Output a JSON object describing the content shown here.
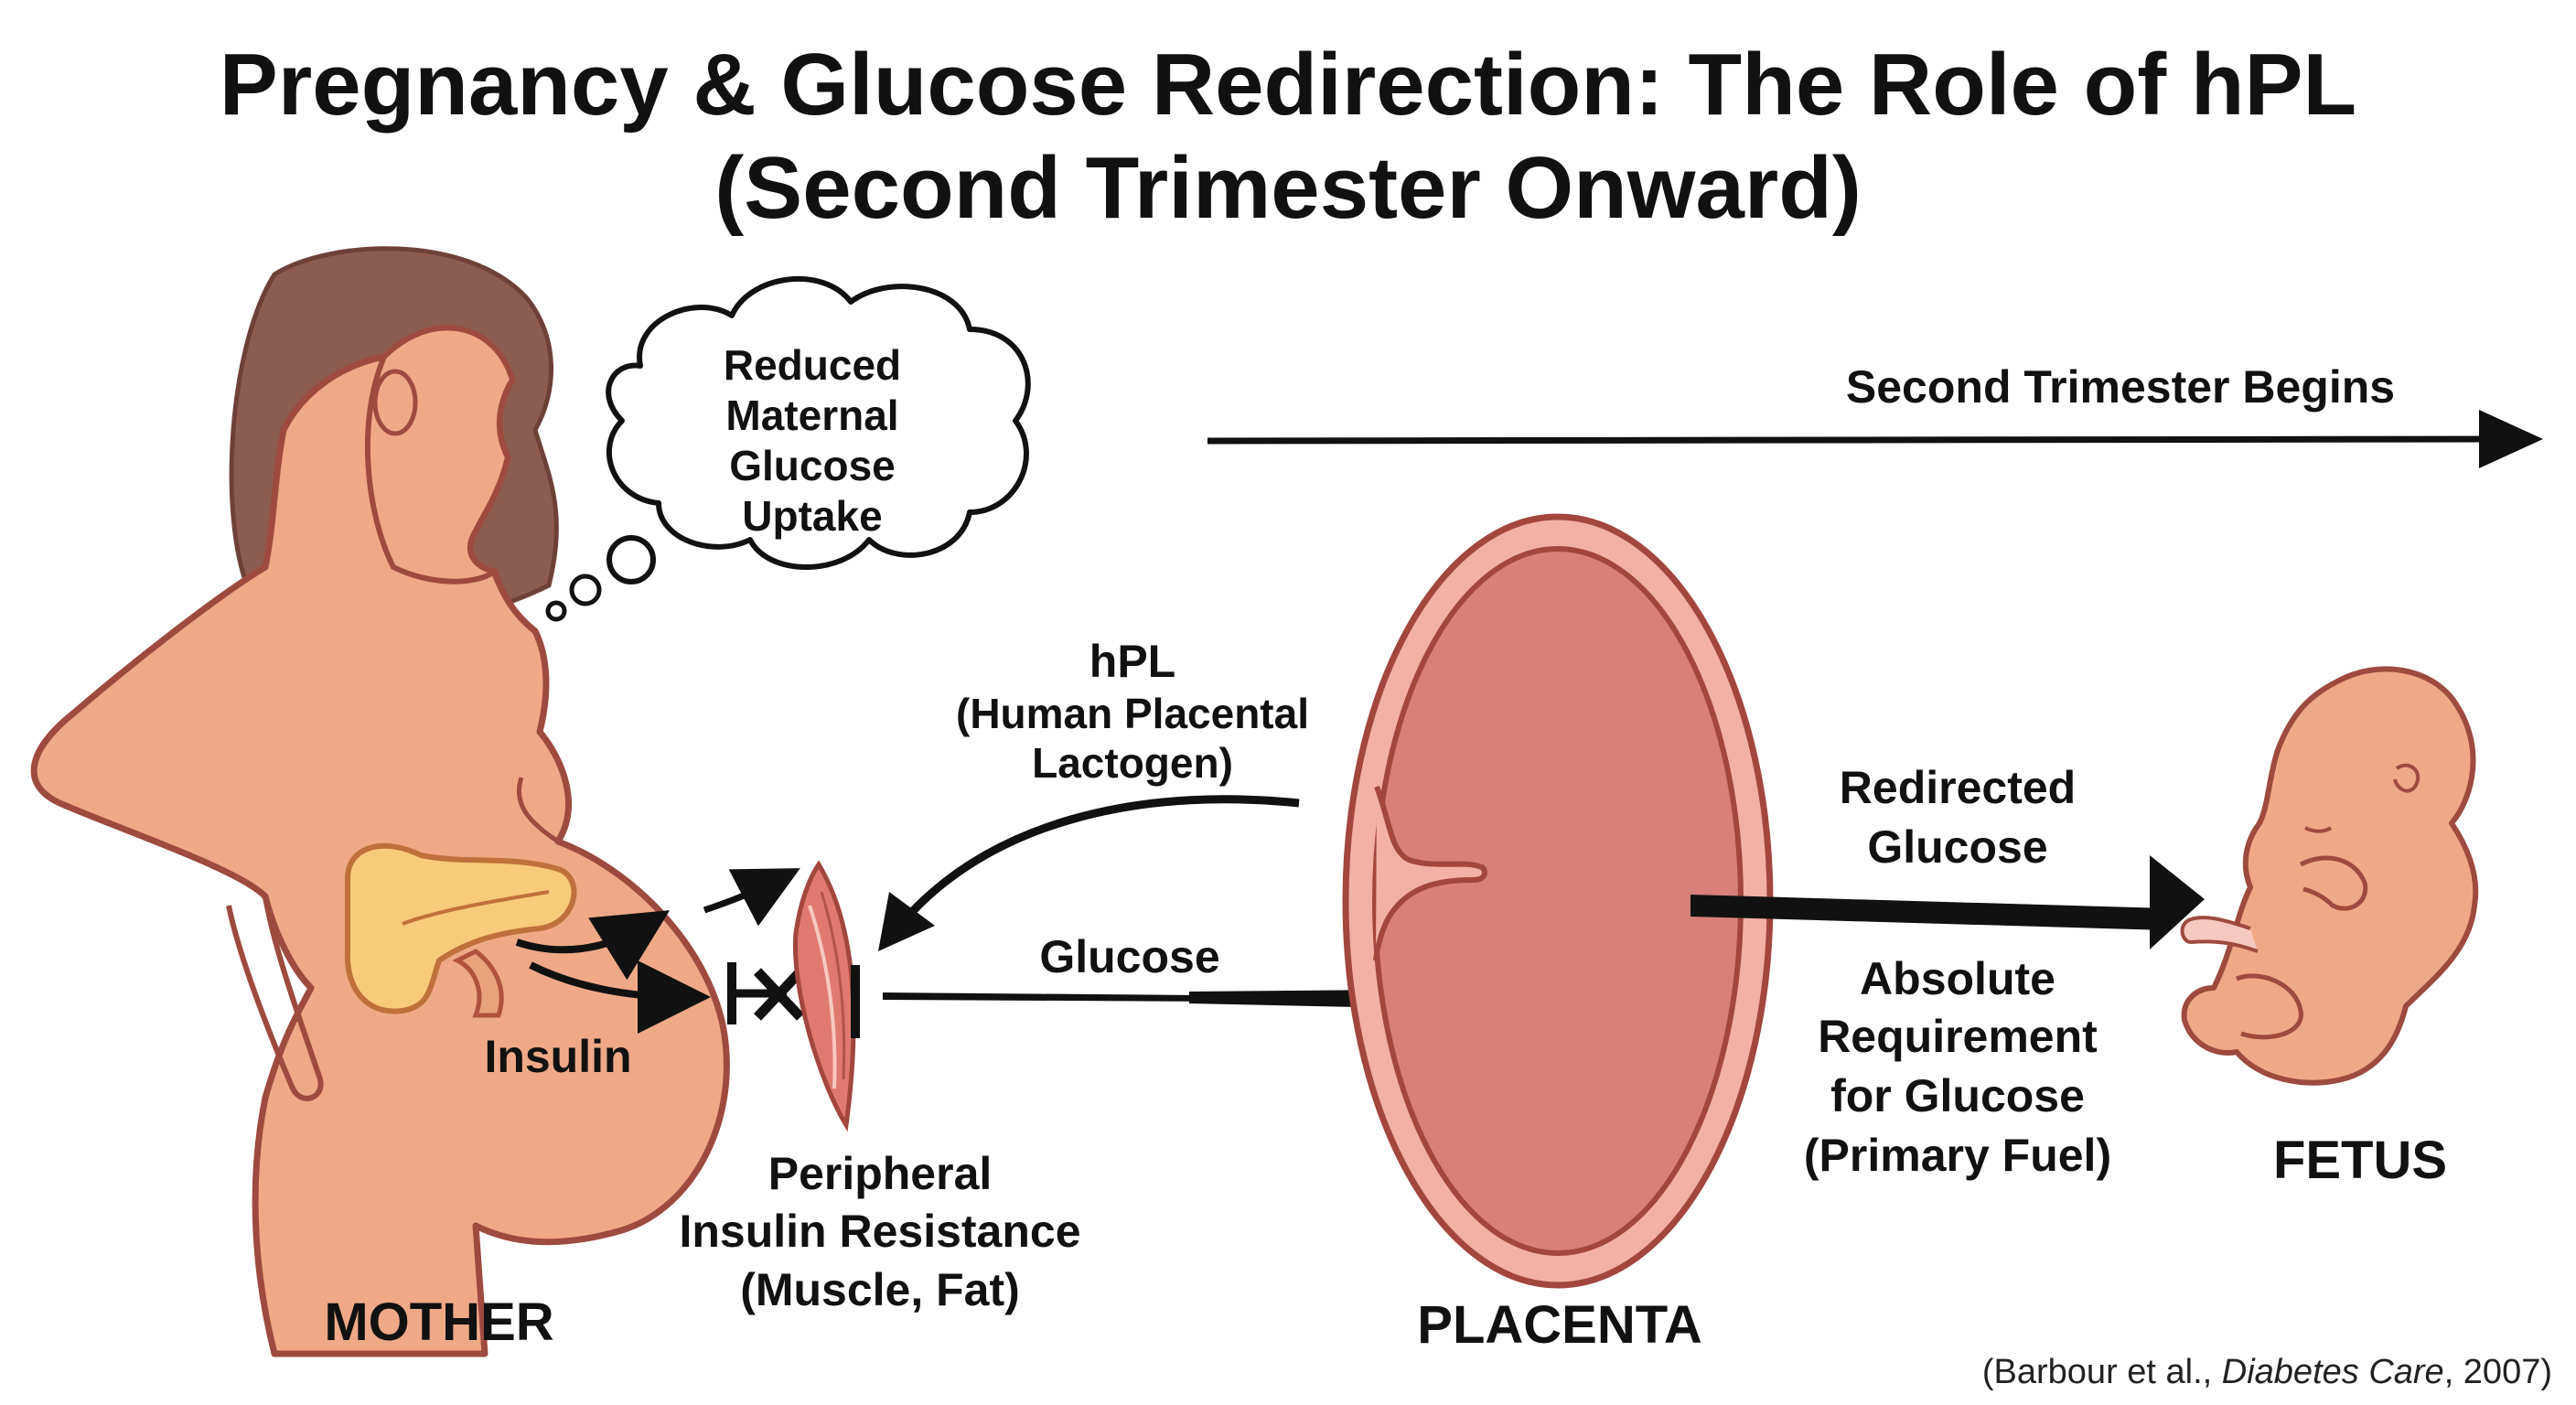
{
  "title": {
    "line1": "Pregnancy & Glucose Redirection: The Role of hPL",
    "line2": "(Second Trimester Onward)"
  },
  "thought_bubble": {
    "line1": "Reduced",
    "line2": "Maternal",
    "line3": "Glucose",
    "line4": "Uptake"
  },
  "timeline": {
    "label": "Second Trimester Begins"
  },
  "hpl": {
    "line1": "hPL",
    "line2": "(Human Placental",
    "line3": "Lactogen)"
  },
  "insulin_label": "Insulin",
  "glucose_label": "Glucose",
  "peripheral": {
    "line1": "Peripheral",
    "line2": "Insulin Resistance",
    "line3": "(Muscle, Fat)"
  },
  "redirected": {
    "line1": "Redirected",
    "line2": "Glucose"
  },
  "requirement": {
    "line1": "Absolute",
    "line2": "Requirement",
    "line3": "for Glucose",
    "line4": "(Primary Fuel)"
  },
  "captions": {
    "mother": "MOTHER",
    "placenta": "PLACENTA",
    "fetus": "FETUS"
  },
  "citation": {
    "prefix": "(Barbour et al., ",
    "journal": "Diabetes Care",
    "suffix": ", 2007)"
  },
  "colors": {
    "skin": "#EFA987",
    "skin_outline": "#9E4A3E",
    "hair": "#8C5C50",
    "placenta_outer": "#F3B1A6",
    "placenta_inner": "#D9807B",
    "pancreas": "#F7CB7A",
    "muscle": "#E07A70",
    "arrow": "#111111"
  },
  "icons": [
    "pancreas-icon",
    "muscle-icon",
    "block-x-icon",
    "thought-cloud-icon"
  ]
}
